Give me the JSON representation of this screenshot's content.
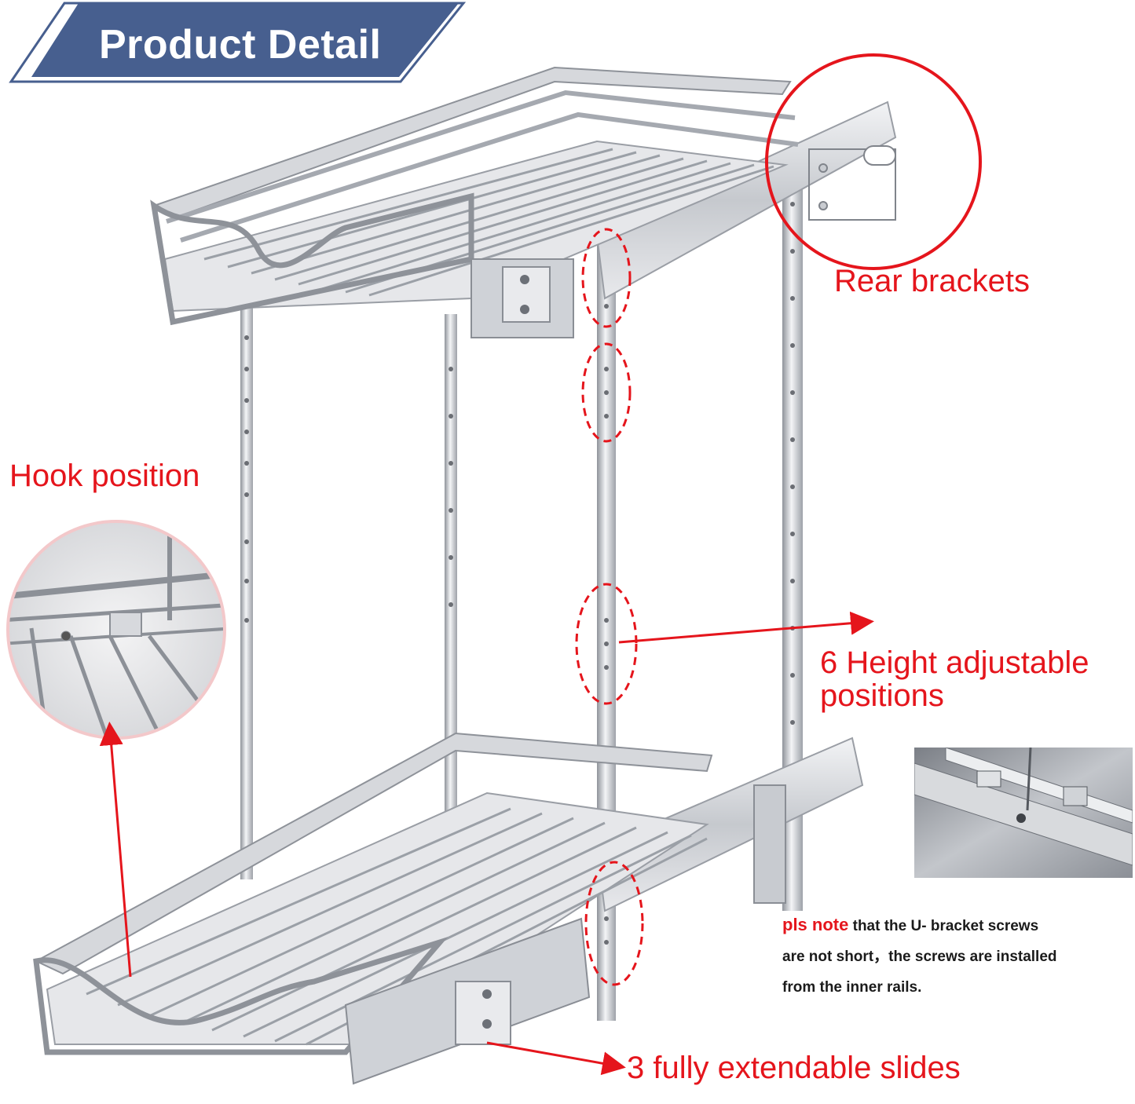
{
  "banner": {
    "title": "Product Detail"
  },
  "callouts": {
    "rear_brackets": "Rear brackets",
    "hook_position": "Hook position",
    "height_line1": "6 Height adjustable",
    "height_line2": "positions",
    "slides": "3 fully extendable slides"
  },
  "note": {
    "highlight": "pls note",
    "line1": " that the U- bracket screws",
    "line2": "are not short，the screws are installed",
    "line3": "from the inner rails."
  },
  "colors": {
    "banner_blue": "#475f8f",
    "accent_red": "#e5151c",
    "chrome": "#b9bcc2"
  },
  "icons": [
    "arrow-right-icon",
    "arrow-up-icon",
    "dashed-ellipse-marker",
    "circle-marker"
  ]
}
